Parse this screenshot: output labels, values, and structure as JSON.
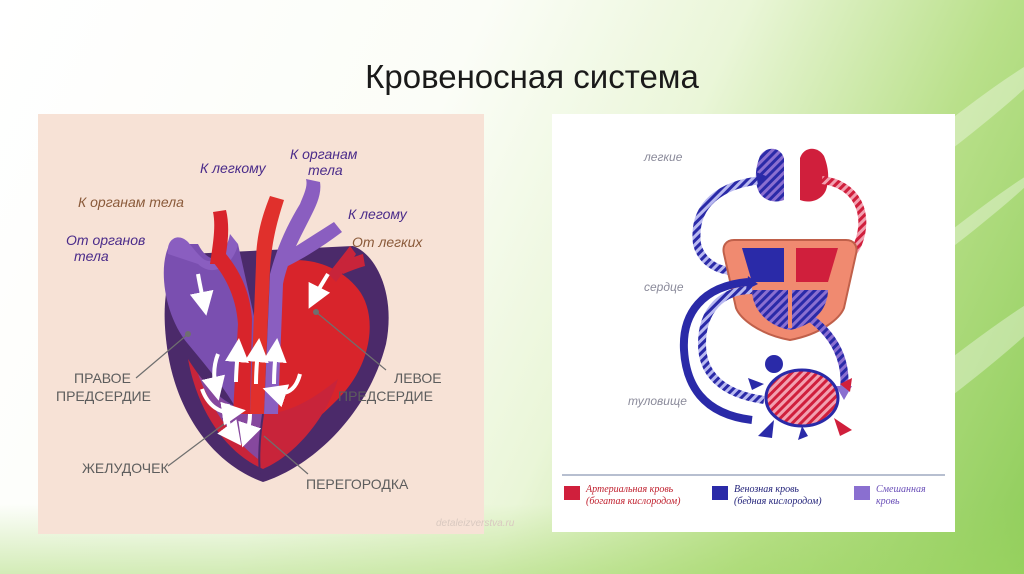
{
  "slide": {
    "title": "Кровеносная система"
  },
  "heart_diagram": {
    "labels": {
      "to_lung_1": "К легкому",
      "to_organs_1_line1": "К органам",
      "to_organs_1_line2": "тела",
      "to_organs_2": "К органам тела",
      "to_lung_2": "К легому",
      "from_organs_line1": "От органов",
      "from_organs_line2": "тела",
      "from_lungs": "От легких",
      "right_atrium_line1": "ПРАВОЕ",
      "right_atrium_line2": "ПРЕДСЕРДИЕ",
      "left_atrium_line1": "ЛЕВОЕ",
      "left_atrium_line2": "ПРЕДСЕРДИЕ",
      "ventricle": "ЖЕЛУДОЧЕК",
      "septum": "ПЕРЕГОРОДКА"
    },
    "watermark": "detaleizverstva.ru",
    "colors": {
      "arterial": "#d8242b",
      "venous": "#7a4fb0",
      "dark": "#4b2a6a"
    }
  },
  "circulation_diagram": {
    "labels": {
      "lungs": "легкие",
      "heart": "сердце",
      "body": "туловище"
    },
    "legend": [
      {
        "line1": "Артериальная кровь",
        "line2": "(богатая кислородом)",
        "color": "#d01f3c",
        "text_color": "#c0202e"
      },
      {
        "line1": "Венозная кровь",
        "line2": "(бедная кислородом)",
        "color": "#2a2aa8",
        "text_color": "#23237a"
      },
      {
        "line1": "Смешанная",
        "line2": "кровь",
        "color": "#8a6fd0",
        "text_color": "#6a4fb8"
      }
    ],
    "colors": {
      "arterial": "#d01f3c",
      "venous": "#2a2aa8",
      "mixed": "#8a6fd0",
      "heart_outer": "#f08a70"
    }
  }
}
